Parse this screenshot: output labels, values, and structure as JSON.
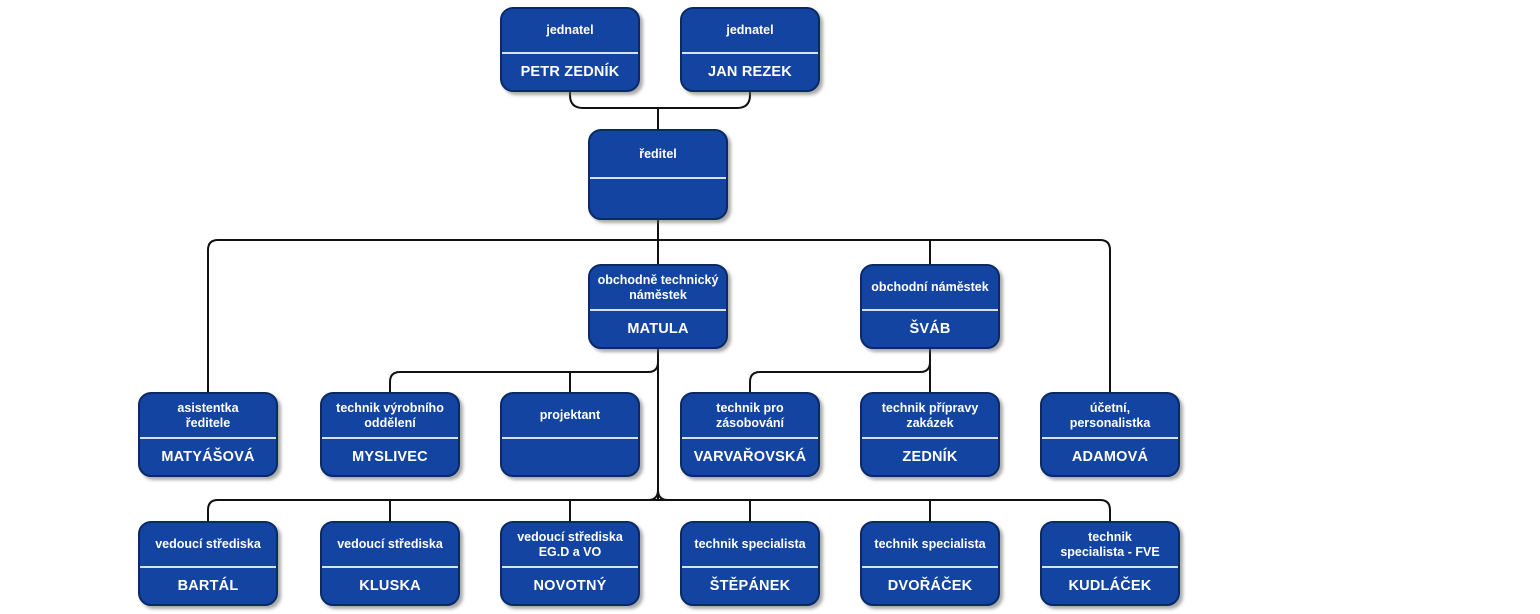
{
  "diagram": {
    "type": "org-chart",
    "colors": {
      "node_fill": "#1444a2",
      "node_border": "#0a2a66",
      "divider": "#d7e3f5",
      "text": "#ffffff",
      "connector": "#111111",
      "background": "#ffffff"
    },
    "nodes": [
      {
        "id": "jednatel-1",
        "title": "jednatel",
        "name": "PETR ZEDNÍK"
      },
      {
        "id": "jednatel-2",
        "title": "jednatel",
        "name": "JAN REZEK"
      },
      {
        "id": "reditel",
        "title": "ředitel",
        "name": ""
      },
      {
        "id": "obchodne-technicky-namestek",
        "title": "obchodně technický\nnáměstek",
        "name": "MATULA"
      },
      {
        "id": "obchodni-namestek",
        "title": "obchodní náměstek",
        "name": "ŠVÁB"
      },
      {
        "id": "asistentka-reditele",
        "title": "asistentka\nředitele",
        "name": "MATYÁŠOVÁ"
      },
      {
        "id": "technik-vyrobniho-oddeleni",
        "title": "technik výrobního\noddělení",
        "name": "MYSLIVEC"
      },
      {
        "id": "projektant",
        "title": "projektant",
        "name": ""
      },
      {
        "id": "technik-pro-zasobovani",
        "title": "technik pro\nzásobování",
        "name": "VARVAŘOVSKÁ"
      },
      {
        "id": "technik-pripravy-zakazek",
        "title": "technik přípravy\nzakázek",
        "name": "ZEDNÍK"
      },
      {
        "id": "ucetni-personalistka",
        "title": "účetní,\npersonalistka",
        "name": "ADAMOVÁ"
      },
      {
        "id": "vedouci-strediska-1",
        "title": "vedoucí střediska",
        "name": "BARTÁL"
      },
      {
        "id": "vedouci-strediska-2",
        "title": "vedoucí střediska",
        "name": "KLUSKA"
      },
      {
        "id": "vedouci-strediska-egd-vo",
        "title": "vedoucí střediska\nEG.D a VO",
        "name": "NOVOTNÝ"
      },
      {
        "id": "technik-specialista-1",
        "title": "technik specialista",
        "name": "ŠTĚPÁNEK"
      },
      {
        "id": "technik-specialista-2",
        "title": "technik specialista",
        "name": "DVOŘÁČEK"
      },
      {
        "id": "technik-specialista-fve",
        "title": "technik\nspecialista - FVE",
        "name": "KUDLÁČEK"
      }
    ]
  }
}
